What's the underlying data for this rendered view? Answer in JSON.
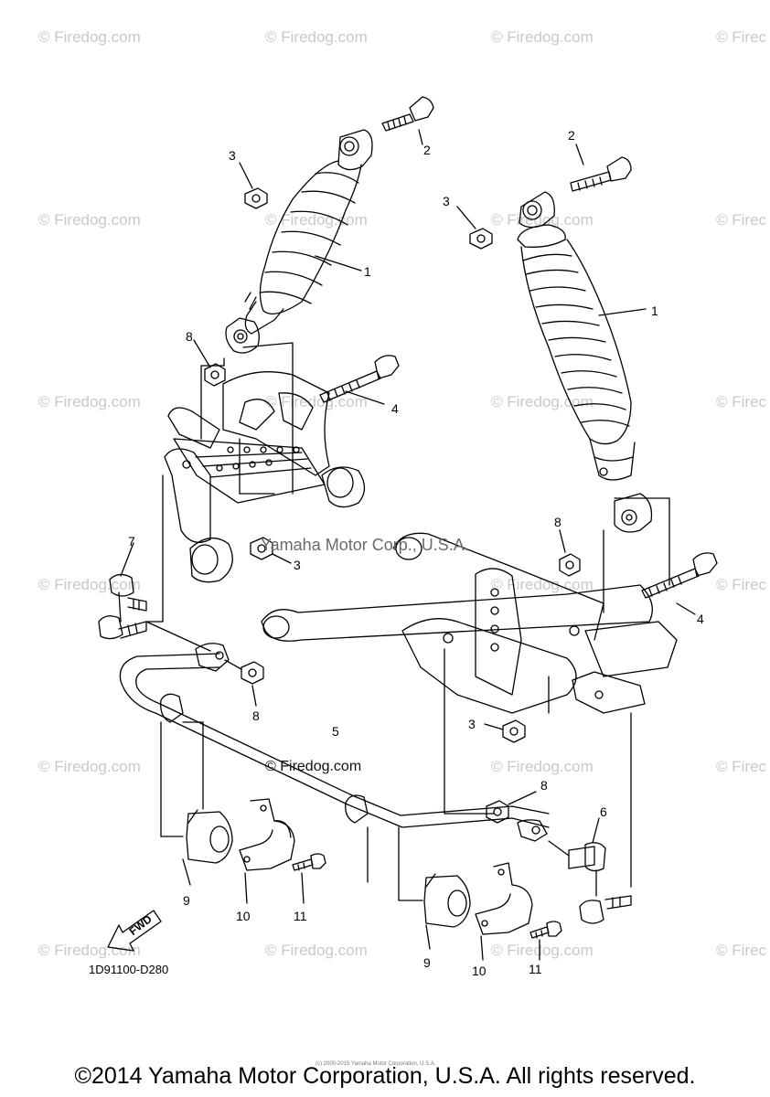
{
  "watermark": {
    "text": "© Firedog.com",
    "text_cut": "© Firec"
  },
  "center_mark": "© Firedog.com",
  "overlay_mark": "Yamaha Motor Corp., U.S.A.",
  "part_code": "1D91100-D280",
  "fwd_label": "FWD",
  "small_note": "(c) 2000-2015 Yamaha Motor Corporation, U.S.A.",
  "footer": "©2014 Yamaha Motor Corporation, U.S.A. All rights reserved.",
  "callouts": {
    "c1a": "1",
    "c1b": "1",
    "c2a": "2",
    "c2b": "2",
    "c3a": "3",
    "c3b": "3",
    "c3c": "3",
    "c3d": "3",
    "c4a": "4",
    "c4b": "4",
    "c5": "5",
    "c6": "6",
    "c7": "7",
    "c8a": "8",
    "c8b": "8",
    "c8c": "8",
    "c8d": "8",
    "c9a": "9",
    "c9b": "9",
    "c10a": "10",
    "c10b": "10",
    "c11a": "11",
    "c11b": "11"
  }
}
